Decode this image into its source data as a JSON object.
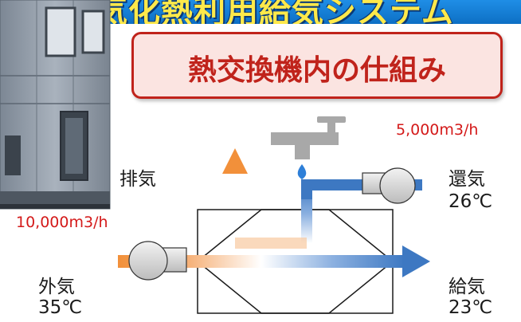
{
  "header": {
    "banner_text": "気化熱利用給気システム"
  },
  "title": "熱交換機内の仕組み",
  "labels": {
    "exhaust": "排気",
    "return_air": "還気",
    "return_temp": "26℃",
    "return_flow": "5,000m3/h",
    "outside_air": "外気",
    "outside_temp": "35℃",
    "outside_flow": "10,000m3/h",
    "supply_air": "給気",
    "supply_temp": "23℃"
  },
  "colors": {
    "banner": "#1f8ee6",
    "banner_text": "#ffe94a",
    "title_red": "#c0231b",
    "title_bg": "#fbe4e1",
    "hot_orange": "#f2903a",
    "cool_blue": "#3d78c2",
    "water_drop": "#2e7fd8",
    "faucet_gray": "#a8a8a8"
  },
  "icons": [
    "air-handling-unit-photo",
    "faucet-icon",
    "water-drop-icon",
    "fan-icon"
  ]
}
